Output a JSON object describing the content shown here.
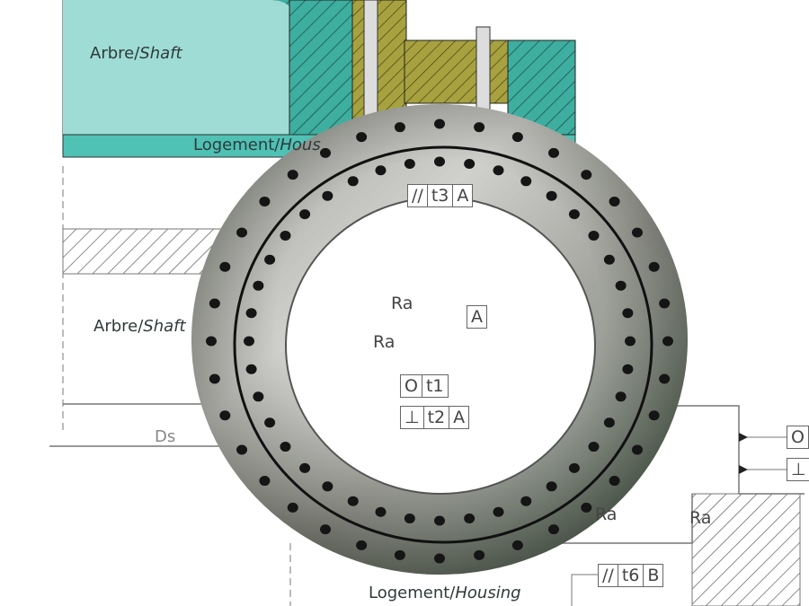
{
  "labels": {
    "shaft_top": {
      "main": "Arbre/",
      "italic": "Shaft"
    },
    "housing_top": {
      "main": "Logement/",
      "italic": "Hous"
    },
    "shaft_mid": {
      "main": "Arbre/",
      "italic": "Shaft"
    },
    "housing_bottom": {
      "main": "Logement/",
      "italic": "Housing"
    },
    "ds": "Ds"
  },
  "tolerance_frames": {
    "t3": [
      "//",
      "t3",
      "A"
    ],
    "datum_a": [
      "A"
    ],
    "t1": [
      "O",
      "t1"
    ],
    "t2": [
      "⊥",
      "t2",
      "A"
    ],
    "right_o": [
      "O"
    ],
    "right_perp": [
      "⊥"
    ],
    "t6": [
      "//",
      "t6",
      "B"
    ]
  },
  "roughness": [
    "Ra",
    "Ra",
    "Ra",
    "Ra"
  ],
  "colors": {
    "teal": "#4fc1b5",
    "teal_light": "#9fdcd6",
    "olive": "#9c9a3a",
    "hatch": "#555555"
  }
}
